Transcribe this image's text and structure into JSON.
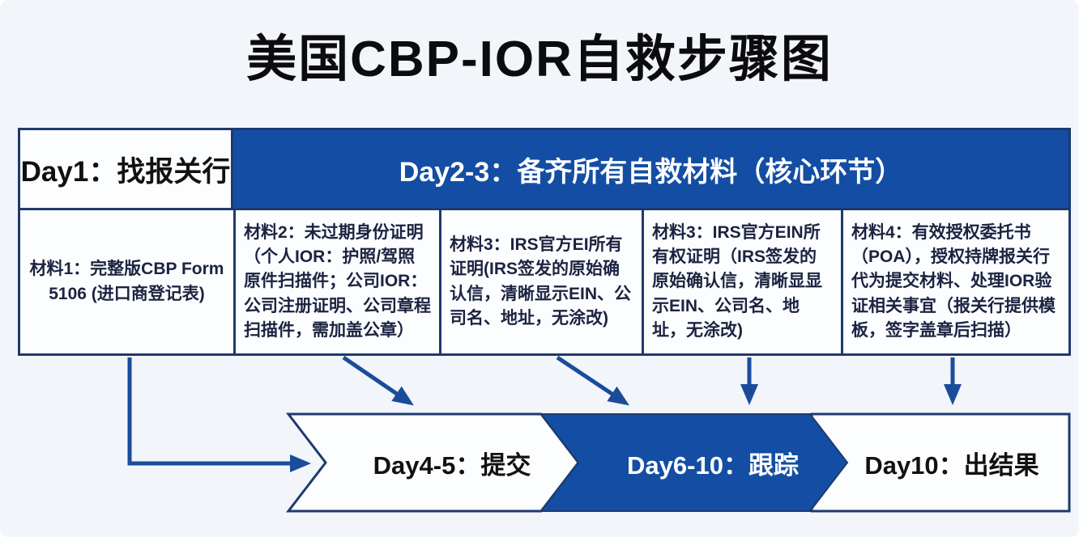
{
  "title": "美国CBP-IOR自救步骤图",
  "header": {
    "day1": "Day1：找报关行",
    "day2_3": "Day2-3：备齐所有自救材料（核心环节）"
  },
  "materials": [
    {
      "text": "材料1：完整版CBP Form 5106 (进口商登记表)"
    },
    {
      "text": "材料2：未过期身份证明（个人IOR：护照/驾照原件扫描件；公司IOR：公司注册证明、公司章程扫描件，需加盖公章）"
    },
    {
      "text": "材料3：IRS官方EI所有证明(IRS签发的原始确认信，清晰显示EIN、公司名、地址，无涂改)"
    },
    {
      "text": "材料3：IRS官方EIN所有权证明（IRS签发的原始确认信，清晰显显示EIN、公司名、地址，无涂改)"
    },
    {
      "text": "材料4：有效授权委托书（POA），授权持牌报关行代为提交材料、处理IOR验证相关事宜（报关行提供模板，签字盖章后扫描）"
    }
  ],
  "timeline": [
    {
      "label": "Day4-5：提交"
    },
    {
      "label": "Day6-10：跟踪"
    },
    {
      "label": "Day10：出结果"
    }
  ],
  "colors": {
    "primary_blue": "#134ea4",
    "border_navy": "#1e3a6d",
    "arrow_blue": "#1b4c9c",
    "background": "#f2f5fa"
  }
}
